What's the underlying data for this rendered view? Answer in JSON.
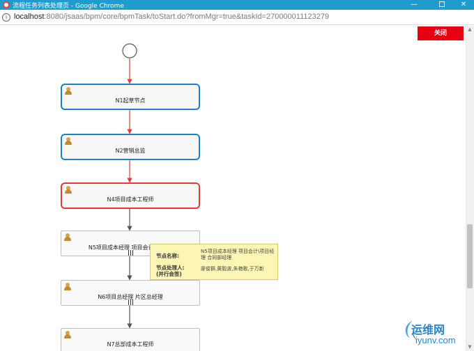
{
  "window": {
    "title": "流程任务列表处理页 - Google Chrome",
    "minimize": "—",
    "close": "✕"
  },
  "address": {
    "host": "localhost",
    "path": ":8080/jsaas/bpm/core/bpmTask/toStart.do?fromMgr=true&taskId=270000011123279"
  },
  "page": {
    "close_button_label": "关闭"
  },
  "flow": {
    "nodes": [
      {
        "label": "N1起草节点",
        "state": "completed"
      },
      {
        "label": "N2营销总监",
        "state": "completed"
      },
      {
        "label": "N4项目成本工程师",
        "state": "current"
      },
      {
        "label": "N5项目成本经理  项目会计\\项目财",
        "state": "pending"
      },
      {
        "label": "N6项目总经理 片区总经理",
        "state": "pending"
      },
      {
        "label": "N7总部成本工程师",
        "state": "pending"
      }
    ]
  },
  "tooltip": {
    "name_label": "节点名称:",
    "name_value": "N5项目成本经理 项目会计\\项目经理 合同部经理",
    "handler_label": "节点处理人:",
    "handler_sub": "(并行会签)",
    "handler_value": "廖俊群,黄毅波,朱艳歌,于万新"
  },
  "watermark": {
    "cn": "运维网",
    "en": "iyunv.com"
  },
  "colors": {
    "titlebar": "#1e9ccd",
    "completed": "#1a7fcf",
    "current": "#e53935",
    "close_button": "#e60012"
  }
}
